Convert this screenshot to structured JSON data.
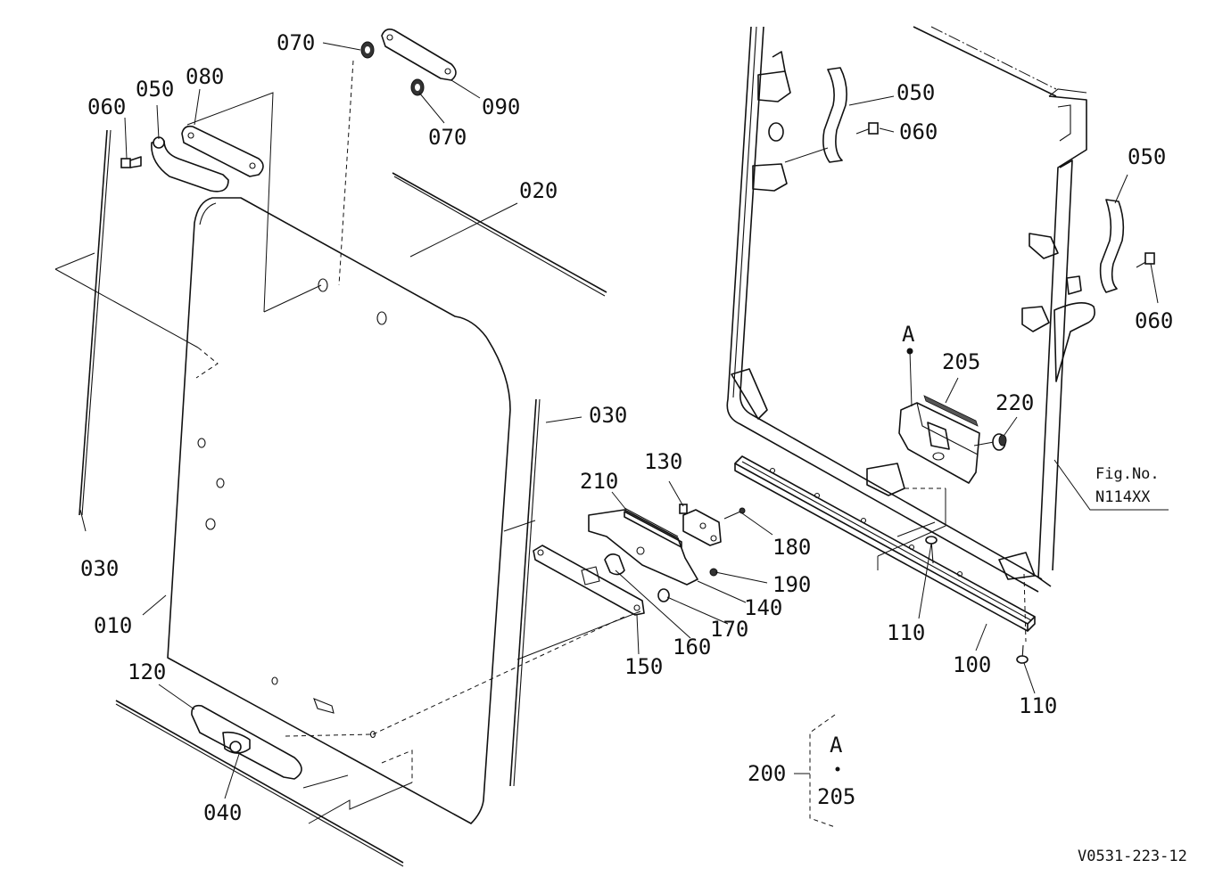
{
  "figure_ref": {
    "prefix": "Fig.No.",
    "number": "N114XX"
  },
  "drawing_code": "V0531-223-12",
  "group": {
    "id": "200",
    "detail_letter": "A",
    "detail_part": "205"
  },
  "callouts": {
    "c010": "010",
    "c020": "020",
    "c030a": "030",
    "c030b": "030",
    "c040": "040",
    "c050a": "050",
    "c050b": "050",
    "c050c": "050",
    "c060a": "060",
    "c060b": "060",
    "c060c": "060",
    "c070a": "070",
    "c070b": "070",
    "c080": "080",
    "c090": "090",
    "c100": "100",
    "c110a": "110",
    "c110b": "110",
    "c120": "120",
    "c130": "130",
    "c140": "140",
    "c150": "150",
    "c160": "160",
    "c170": "170",
    "c180": "180",
    "c190": "190",
    "c205": "205",
    "c210": "210",
    "c220": "220",
    "cA": "A"
  }
}
